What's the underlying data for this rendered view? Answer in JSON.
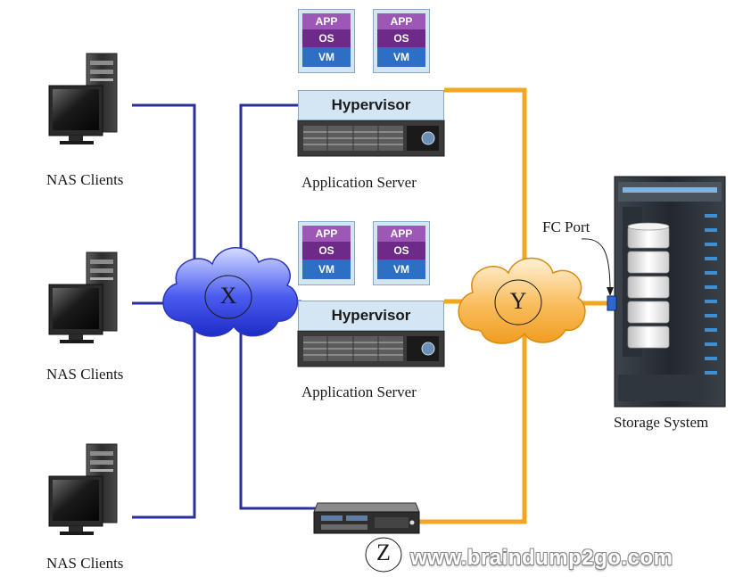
{
  "diagram": {
    "nas_clients_label": "NAS Clients",
    "app_server_label": "Application Server",
    "storage_label": "Storage System",
    "fc_port_label": "FC Port",
    "hypervisor_label": "Hypervisor",
    "vm": {
      "app": "APP",
      "os": "OS",
      "vm": "VM"
    },
    "cloud_x": "X",
    "cloud_y": "Y",
    "device_z": "Z",
    "watermark": "www.braindump2go.com"
  },
  "colors": {
    "ip_network": "#2b2f9c",
    "fc_network": "#f4a61e",
    "cloud_x_fill": "#3a49e0",
    "cloud_y_fill": "#f7b24a",
    "vm_app": "#9d58b6",
    "vm_os": "#6d2a88",
    "vm_vm": "#2d6fc4",
    "hypervisor": "#d4e6f4"
  }
}
